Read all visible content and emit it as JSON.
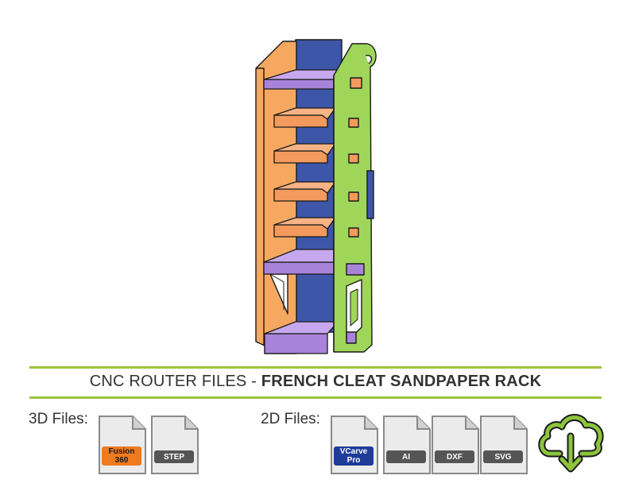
{
  "banner": {
    "title_prefix": "CNC ROUTER FILES - ",
    "title_bold": "FRENCH CLEAT SANDPAPER RACK"
  },
  "files_3d": {
    "label": "3D Files:",
    "items": [
      {
        "name": "Fusion\n360",
        "badge_color": "#f07a1e"
      },
      {
        "name": "STEP",
        "badge_color": "#555555"
      }
    ]
  },
  "files_2d": {
    "label": "2D Files:",
    "items": [
      {
        "name": "VCarve\nPro",
        "badge_color": "#1f3c99"
      },
      {
        "name": "AI",
        "badge_color": "#555555"
      },
      {
        "name": "DXF",
        "badge_color": "#555555"
      },
      {
        "name": "SVG",
        "badge_color": "#555555"
      }
    ]
  },
  "colors": {
    "accent": "#9ec43a",
    "left_panel": "#f6a861",
    "right_panel": "#9fd65a",
    "back_panel": "#3d56a8",
    "shelf_orange": "#f39a5c",
    "shelf_purple": "#a883d9",
    "download": "#8cc43c"
  },
  "icons": {
    "download": "cloud-download-icon",
    "file": "file-icon"
  }
}
